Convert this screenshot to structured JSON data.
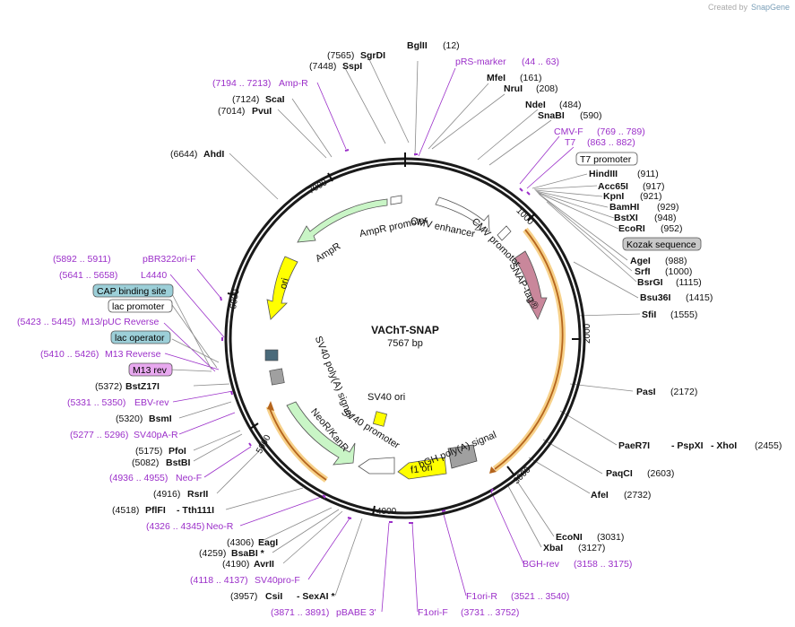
{
  "header": {
    "credit": "Created by",
    "brand": "SnapGene"
  },
  "plasmid": {
    "name": "VAChT-SNAP",
    "length_label": "7567 bp"
  },
  "ticks": [
    "1000",
    "2000",
    "3000",
    "4000",
    "5000",
    "6000",
    "7000"
  ],
  "labels": [
    {
      "t": "BglII",
      "c": "enz"
    },
    {
      "t": "(12)",
      "c": "pos"
    },
    {
      "t": "pRS-marker",
      "c": "prim"
    },
    {
      "t": "(44 .. 63)",
      "c": "prim"
    },
    {
      "t": "MfeI",
      "c": "enz"
    },
    {
      "t": "(161)",
      "c": "pos"
    },
    {
      "t": "NruI",
      "c": "enz"
    },
    {
      "t": "(208)",
      "c": "pos"
    },
    {
      "t": "NdeI",
      "c": "enz"
    },
    {
      "t": "(484)",
      "c": "pos"
    },
    {
      "t": "SnaBI",
      "c": "enz"
    },
    {
      "t": "(590)",
      "c": "pos"
    },
    {
      "t": "CMV-F",
      "c": "prim"
    },
    {
      "t": "(769 .. 789)",
      "c": "prim"
    },
    {
      "t": "T7",
      "c": "prim"
    },
    {
      "t": "(863 .. 882)",
      "c": "prim"
    },
    {
      "t": "HindIII",
      "c": "enz"
    },
    {
      "t": "(911)",
      "c": "pos"
    },
    {
      "t": "Acc65I",
      "c": "enz"
    },
    {
      "t": "(917)",
      "c": "pos"
    },
    {
      "t": "KpnI",
      "c": "enz"
    },
    {
      "t": "(921)",
      "c": "pos"
    },
    {
      "t": "BamHI",
      "c": "enz"
    },
    {
      "t": "(929)",
      "c": "pos"
    },
    {
      "t": "BstXI",
      "c": "enz"
    },
    {
      "t": "(948)",
      "c": "pos"
    },
    {
      "t": "EcoRI",
      "c": "enz"
    },
    {
      "t": "(952)",
      "c": "pos"
    },
    {
      "t": "AgeI",
      "c": "enz"
    },
    {
      "t": "(988)",
      "c": "pos"
    },
    {
      "t": "SrfI",
      "c": "enz"
    },
    {
      "t": "(1000)",
      "c": "pos"
    },
    {
      "t": "BsrGI",
      "c": "enz"
    },
    {
      "t": "(1115)",
      "c": "pos"
    },
    {
      "t": "Bsu36I",
      "c": "enz"
    },
    {
      "t": "(1415)",
      "c": "pos"
    },
    {
      "t": "SfiI",
      "c": "enz"
    },
    {
      "t": "(1555)",
      "c": "pos"
    },
    {
      "t": "PasI",
      "c": "enz"
    },
    {
      "t": "(2172)",
      "c": "pos"
    },
    {
      "t": "PaeR7I",
      "c": "enz"
    },
    {
      "t": "- PspXI",
      "c": "enz"
    },
    {
      "t": "- XhoI",
      "c": "enz"
    },
    {
      "t": "(2455)",
      "c": "pos"
    },
    {
      "t": "PaqCI",
      "c": "enz"
    },
    {
      "t": "(2603)",
      "c": "pos"
    },
    {
      "t": "AfeI",
      "c": "enz"
    },
    {
      "t": "(2732)",
      "c": "pos"
    },
    {
      "t": "EcoNI",
      "c": "enz"
    },
    {
      "t": "(3031)",
      "c": "pos"
    },
    {
      "t": "XbaI",
      "c": "enz"
    },
    {
      "t": "(3127)",
      "c": "pos"
    },
    {
      "t": "BGH-rev",
      "c": "prim"
    },
    {
      "t": "(3158 .. 3175)",
      "c": "prim"
    },
    {
      "t": "F1ori-R",
      "c": "prim"
    },
    {
      "t": "(3521 .. 3540)",
      "c": "prim"
    },
    {
      "t": "F1ori-F",
      "c": "prim"
    },
    {
      "t": "(3731 .. 3752)",
      "c": "prim"
    },
    {
      "t": "(3871 .. 3891)",
      "c": "prim"
    },
    {
      "t": "pBABE 3'",
      "c": "prim"
    },
    {
      "t": "(3957)",
      "c": "pos"
    },
    {
      "t": "CsiI",
      "c": "enz"
    },
    {
      "t": "- SexAI *",
      "c": "enz"
    },
    {
      "t": "(4118 .. 4137)",
      "c": "prim"
    },
    {
      "t": "SV40pro-F",
      "c": "prim"
    },
    {
      "t": "(4190)",
      "c": "pos"
    },
    {
      "t": "AvrII",
      "c": "enz"
    },
    {
      "t": "(4259)",
      "c": "pos"
    },
    {
      "t": "BsaBI *",
      "c": "enz"
    },
    {
      "t": "(4306)",
      "c": "pos"
    },
    {
      "t": "EagI",
      "c": "enz"
    },
    {
      "t": "(4326 .. 4345)",
      "c": "prim"
    },
    {
      "t": "Neo-R",
      "c": "prim"
    },
    {
      "t": "(4518)",
      "c": "pos"
    },
    {
      "t": "PflFI",
      "c": "enz"
    },
    {
      "t": "- Tth111I",
      "c": "enz"
    },
    {
      "t": "(4916)",
      "c": "pos"
    },
    {
      "t": "RsrII",
      "c": "enz"
    },
    {
      "t": "(4936 .. 4955)",
      "c": "prim"
    },
    {
      "t": "Neo-F",
      "c": "prim"
    },
    {
      "t": "(5082)",
      "c": "pos"
    },
    {
      "t": "BstBI",
      "c": "enz"
    },
    {
      "t": "(5175)",
      "c": "pos"
    },
    {
      "t": "PfoI",
      "c": "enz"
    },
    {
      "t": "(5277 .. 5296)",
      "c": "prim"
    },
    {
      "t": "SV40pA-R",
      "c": "prim"
    },
    {
      "t": "(5320)",
      "c": "pos"
    },
    {
      "t": "BsmI",
      "c": "enz"
    },
    {
      "t": "(5331 .. 5350)",
      "c": "prim"
    },
    {
      "t": "EBV-rev",
      "c": "prim"
    },
    {
      "t": "(5372)",
      "c": "pos"
    },
    {
      "t": "BstZ17I",
      "c": "enz"
    },
    {
      "t": "(5410 .. 5426)",
      "c": "prim"
    },
    {
      "t": "M13 Reverse",
      "c": "prim"
    },
    {
      "t": "(5423 .. 5445)",
      "c": "prim"
    },
    {
      "t": "M13/pUC Reverse",
      "c": "prim"
    },
    {
      "t": "(5641 .. 5658)",
      "c": "prim"
    },
    {
      "t": "L4440",
      "c": "prim"
    },
    {
      "t": "(5892 .. 5911)",
      "c": "prim"
    },
    {
      "t": "pBR322ori-F",
      "c": "prim"
    },
    {
      "t": "(6644)",
      "c": "pos"
    },
    {
      "t": "AhdI",
      "c": "enz"
    },
    {
      "t": "(7014)",
      "c": "pos"
    },
    {
      "t": "PvuI",
      "c": "enz"
    },
    {
      "t": "(7124)",
      "c": "pos"
    },
    {
      "t": "ScaI",
      "c": "enz"
    },
    {
      "t": "(7194 .. 7213)",
      "c": "prim"
    },
    {
      "t": "Amp-R",
      "c": "prim"
    },
    {
      "t": "(7448)",
      "c": "pos"
    },
    {
      "t": "SspI",
      "c": "enz"
    },
    {
      "t": "(7565)",
      "c": "pos"
    },
    {
      "t": "SgrDI",
      "c": "enz"
    }
  ],
  "boxed_labels": [
    {
      "t": "T7 promoter",
      "fill": "#ffffff"
    },
    {
      "t": "Kozak sequence",
      "fill": "#c8c8c8"
    },
    {
      "t": "CAP binding site",
      "fill": "#9ccfd8"
    },
    {
      "t": "lac promoter",
      "fill": "#ffffff"
    },
    {
      "t": "lac operator",
      "fill": "#9ccfd8"
    },
    {
      "t": "M13 rev",
      "fill": "#e8a8ef"
    }
  ],
  "features": [
    {
      "t": "AmpR promoter"
    },
    {
      "t": "AmpR"
    },
    {
      "t": "CMV enhancer"
    },
    {
      "t": "CMV promoter"
    },
    {
      "t": "SNAP-tag®"
    },
    {
      "t": "ori"
    },
    {
      "t": "SV40 poly(A) signal"
    },
    {
      "t": "SV40 ori"
    },
    {
      "t": "NeoR/KanR"
    },
    {
      "t": "SV40 promoter"
    },
    {
      "t": "bGH poly(A) signal"
    },
    {
      "t": "f1 ori"
    }
  ],
  "colors": {
    "ampr": "#c9f5c6",
    "ori": "#ffff00",
    "snap": "#c9879b",
    "neo": "#c9f5c6",
    "f1ori": "#ffff00",
    "orange_arc": "#f2a23a",
    "primer": "#9b2fc9"
  }
}
